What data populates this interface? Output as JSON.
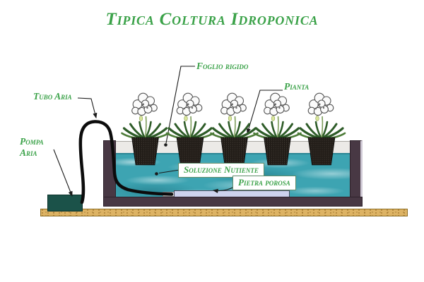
{
  "title": "Tipica Coltura Idroponica",
  "labels": {
    "tubo_aria": "Tubo Aria",
    "pompa_line1": "Pompa",
    "pompa_line2": "Aria",
    "foglio_rigido": "Foglio rigido",
    "pianta": "Pianta",
    "soluzione_nutiente": "Soluzione Nutiente",
    "pietra_porosa": "Pietra porosa"
  },
  "diagram": {
    "plant_count": 5
  },
  "colors": {
    "background": "#FFFFFF",
    "label_green": "#3BA249",
    "water_teal": "#3DA4B2",
    "tank_wall": "#483844",
    "pump_green": "#1B5249",
    "wood_tan": "#DDB364",
    "porous_stone": "#CDD2ED",
    "rigid_sheet": "#ECEAE7",
    "pot_black": "#221D18",
    "leaf_green": "#2E5C28",
    "tube_black": "#0C0C0C"
  }
}
